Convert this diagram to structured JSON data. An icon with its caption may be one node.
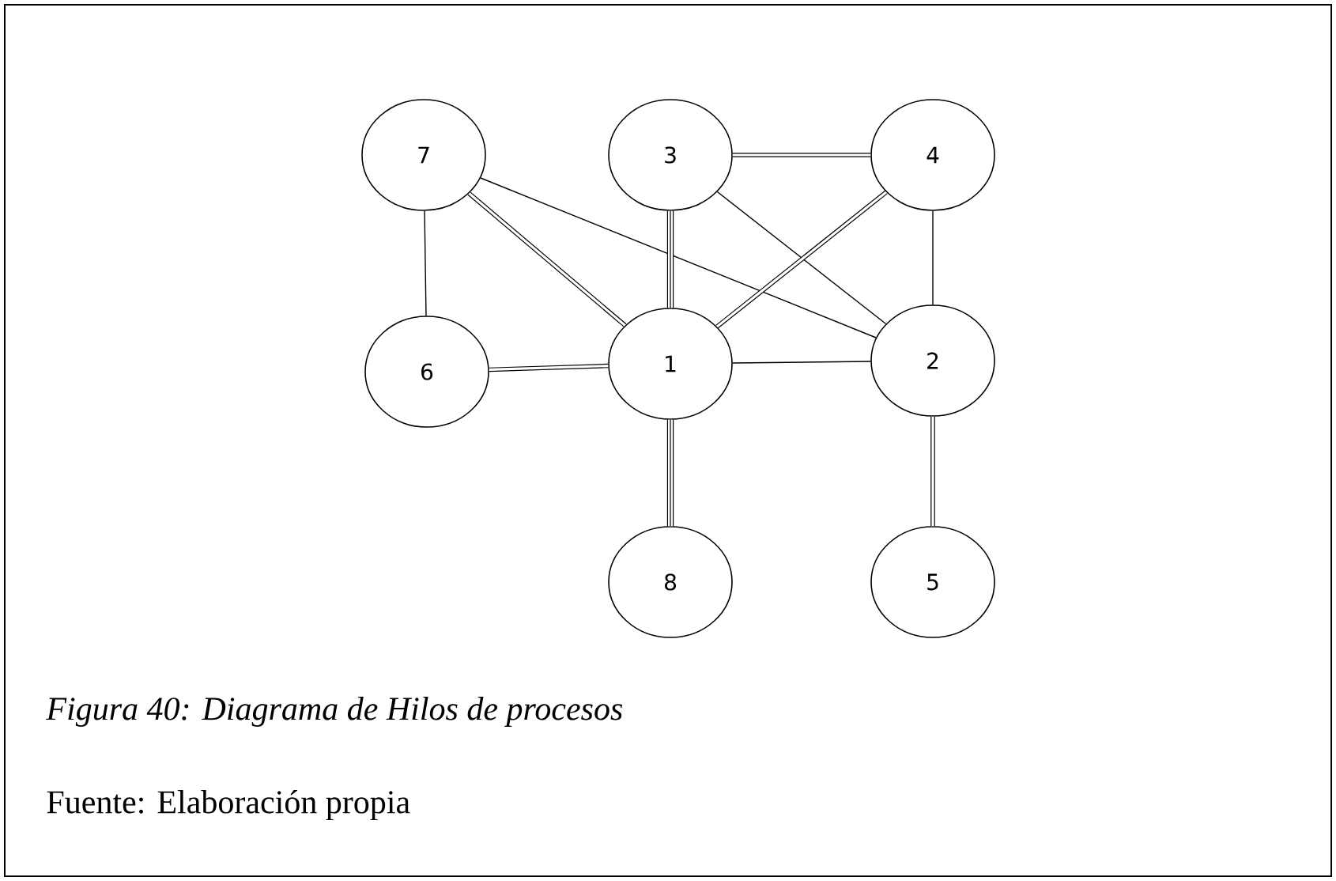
{
  "diagram": {
    "caption": "Figura 40: Diagrama de Hilos de procesos",
    "nodes": [
      {
        "text": [
          "7"
        ]
      },
      {
        "text": [
          "3"
        ]
      },
      {
        "text": [
          "4"
        ]
      },
      {
        "text": [
          "6"
        ]
      },
      {
        "text": [
          "1"
        ]
      },
      {
        "text": [
          "2"
        ]
      },
      {
        "text": [
          "8"
        ]
      },
      {
        "text": [
          "5"
        ]
      }
    ],
    "edges": [
      {
        "from": 0,
        "to": 3,
        "arrow": "none"
      },
      {
        "from": 0,
        "to": 4,
        "arrow": "none"
      },
      {
        "from": 0,
        "to": 5,
        "arrow": "none"
      },
      {
        "from": 1,
        "to": 2,
        "arrow": "none"
      },
      {
        "from": 1,
        "to": 4,
        "arrow": "none"
      },
      {
        "from": 1,
        "to": 5,
        "arrow": "none"
      },
      {
        "from": 2,
        "to": 4,
        "arrow": "none"
      },
      {
        "from": 2,
        "to": 5,
        "arrow": "none"
      },
      {
        "from": 3,
        "to": 4,
        "arrow": "none"
      },
      {
        "from": 4,
        "to": 5,
        "arrow": "none"
      },
      {
        "from": 4,
        "to": 6,
        "arrow": "none"
      },
      {
        "from": 5,
        "to": 7,
        "arrow": "none"
      }
    ],
    "labels": [
      "Fuente: Elaboración propia"
    ]
  }
}
